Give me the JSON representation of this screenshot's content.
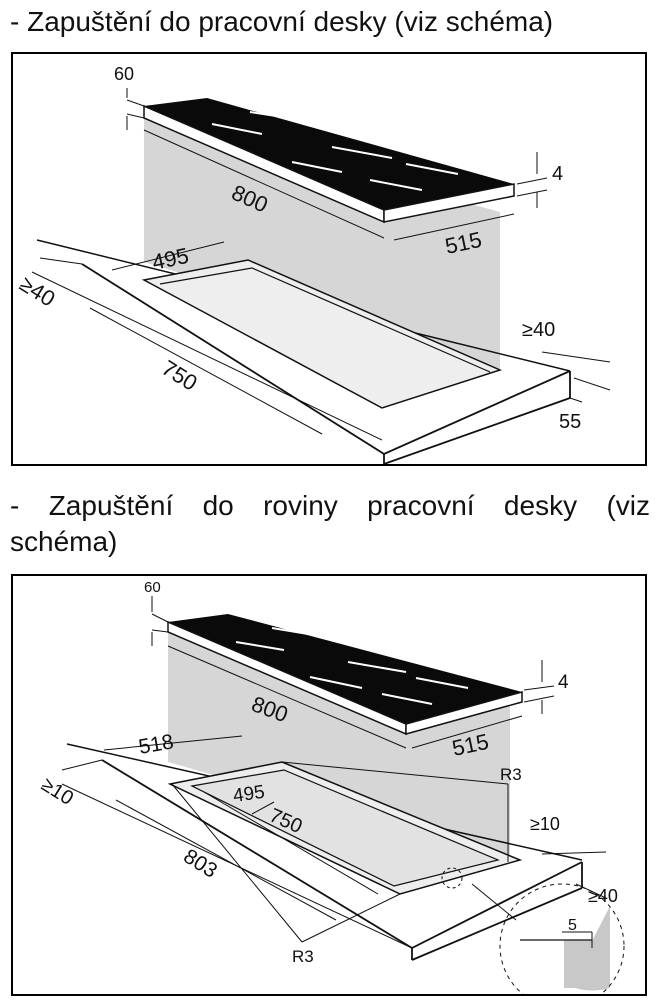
{
  "section1": {
    "heading": "- Zapuštění do pracovní desky (viz schéma)",
    "labels": {
      "top_gap": "60",
      "thickness": "4",
      "hob_width": "800",
      "hob_depth": "515",
      "cutout_depth": "495",
      "front_margin": "≥40",
      "cutout_width": "750",
      "back_margin": "≥40",
      "worktop": "55"
    }
  },
  "section2": {
    "heading_line1": "- Zapuštění do roviny pracovní desky (viz",
    "heading_line2": "schéma)",
    "labels": {
      "top_gap": "60",
      "thickness": "4",
      "hob_width": "800",
      "hob_depth": "515",
      "recess_depth": "518",
      "cutout_depth": "495",
      "cutout_width": "750",
      "recess_width": "803",
      "front_margin": "≥10",
      "radius_top": "R3",
      "radius_bottom": "R3",
      "side_margin": "≥10",
      "back_margin": "≥40",
      "detail_step": "5"
    }
  },
  "colors": {
    "hob_glass": "#0a0a0a",
    "shadow": "#d6d6d6",
    "line": "#111111",
    "detail_fill": "#c8c8c8"
  }
}
